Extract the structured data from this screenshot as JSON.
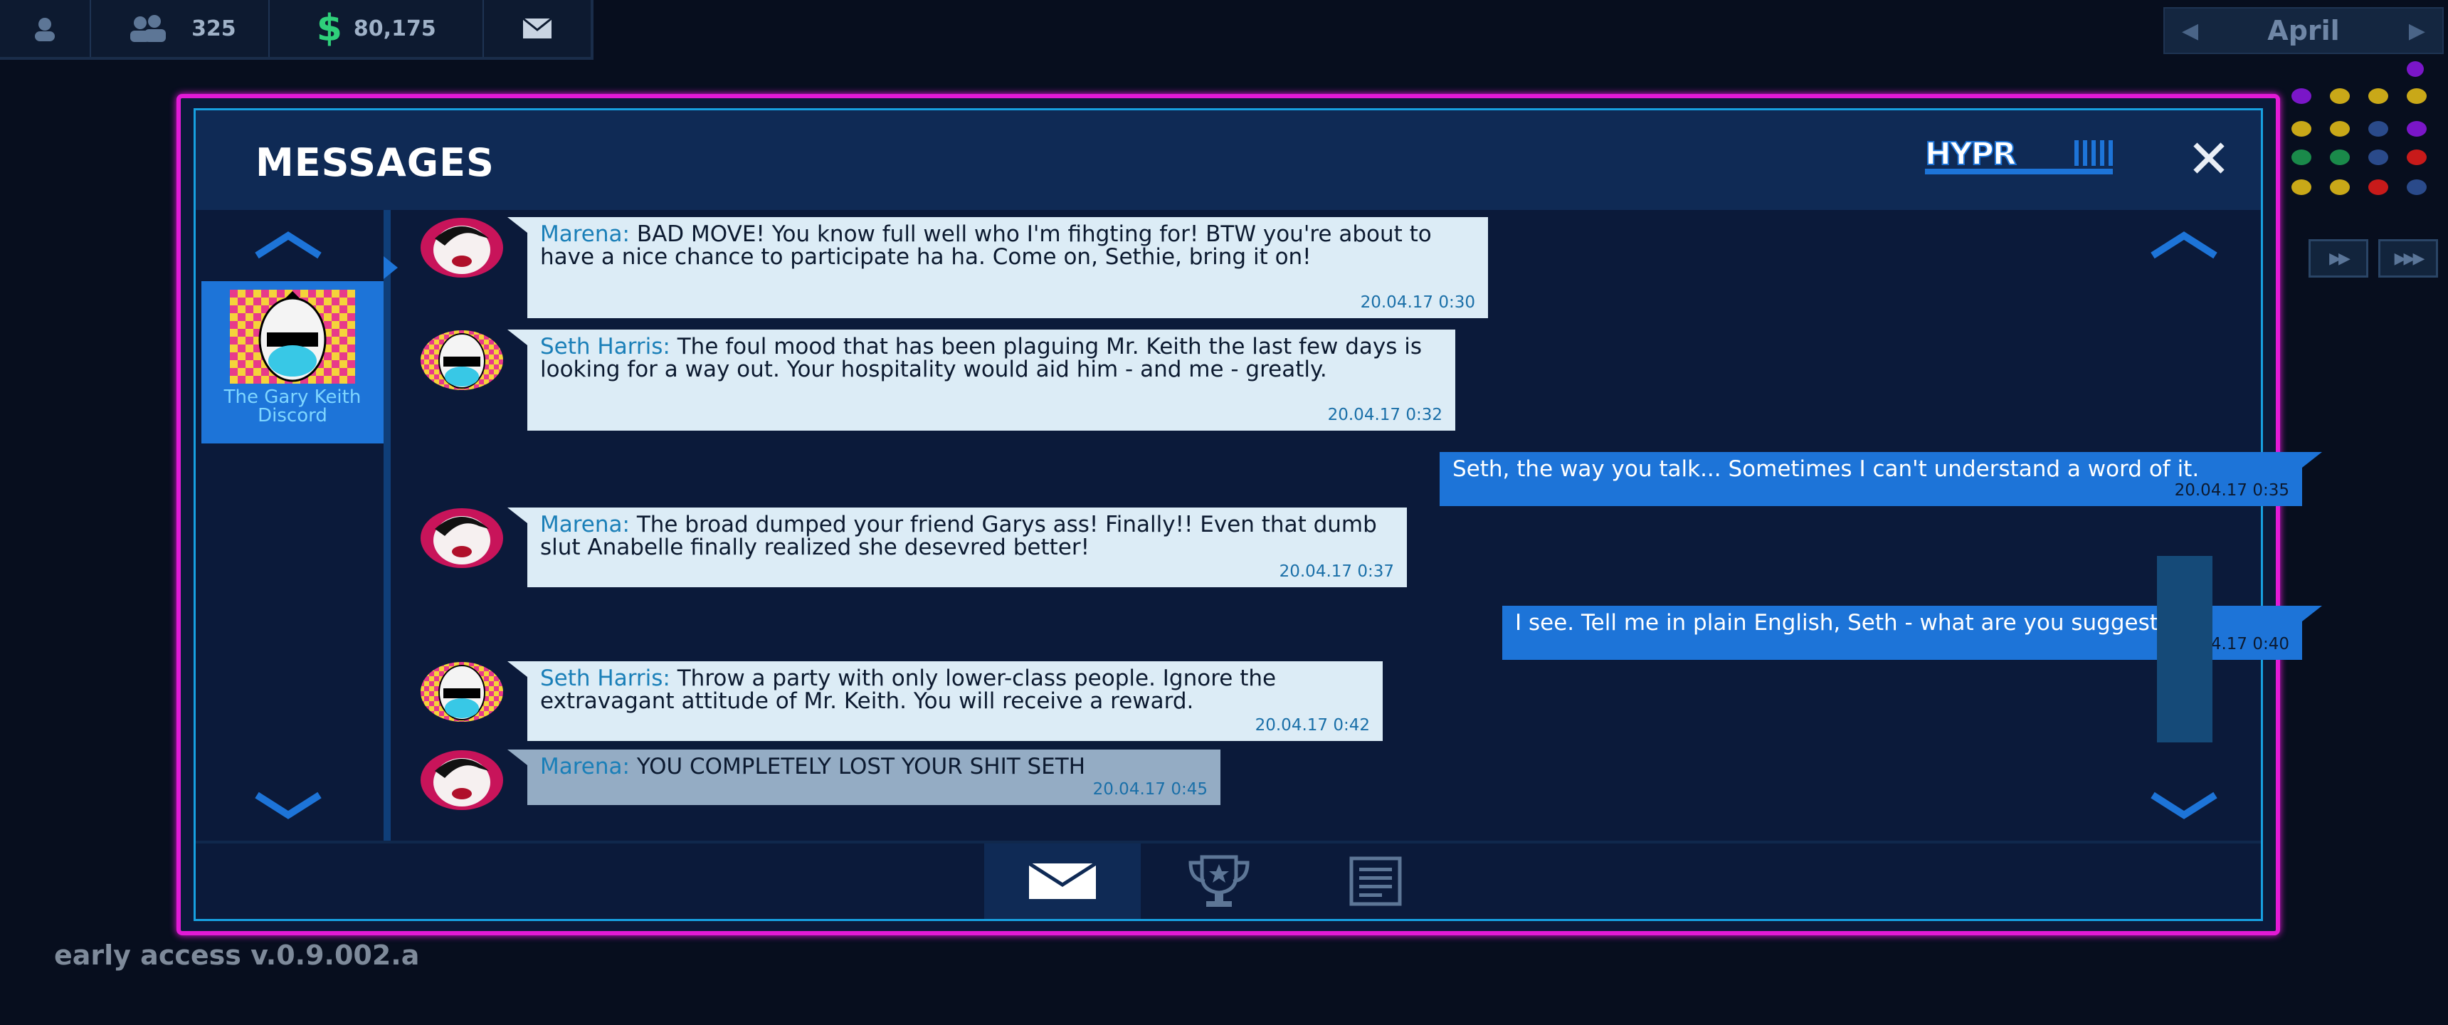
{
  "hud": {
    "population": "325",
    "money": "80,175",
    "money_symbol": "$"
  },
  "calendar": {
    "month": "April",
    "prev": "◀",
    "next": "▶"
  },
  "version": "early access v.0.9.002.a",
  "messages_window": {
    "title": "MESSAGES",
    "close": "✕",
    "contact": {
      "name": "The Gary Keith Discord"
    },
    "messages": [
      {
        "sender": "Marena:",
        "text": " BAD MOVE! You know full well who I'm fihgting for! BTW you're about to have a nice chance to participate ha ha. Come on, Sethie, bring it on!",
        "time": "20.04.17 0:30"
      },
      {
        "sender": "Seth Harris:",
        "text": " The foul mood that has been plaguing Mr. Keith the last few days is looking for a way out. Your hospitality would aid him - and me - greatly.",
        "time": "20.04.17 0:32"
      },
      {
        "sender": "",
        "text": "Seth, the way you talk... Sometimes I can't understand a word of it.",
        "time": "20.04.17 0:35"
      },
      {
        "sender": "Marena:",
        "text": " The broad dumped your friend Garys ass! Finally!! Even that dumb slut Anabelle finally realized she desevred better!",
        "time": "20.04.17 0:37"
      },
      {
        "sender": "",
        "text": "I see. Tell me in plain English, Seth - what are you suggesting?",
        "time": "20.04.17 0:40"
      },
      {
        "sender": "Seth Harris:",
        "text": " Throw a party with only lower-class people. Ignore the extravagant attitude of Mr. Keith. You will receive a reward.",
        "time": "20.04.17 0:42"
      },
      {
        "sender": "Marena:",
        "text": " YOU COMPLETELY LOST YOUR SHIT SETH",
        "time": "20.04.17 0:45"
      }
    ]
  },
  "colors": {
    "modal_border": "#e21ad6",
    "accent_blue": "#1d74d8",
    "bubble_light": "#dcecf6",
    "header_bg": "#0f2a55"
  }
}
